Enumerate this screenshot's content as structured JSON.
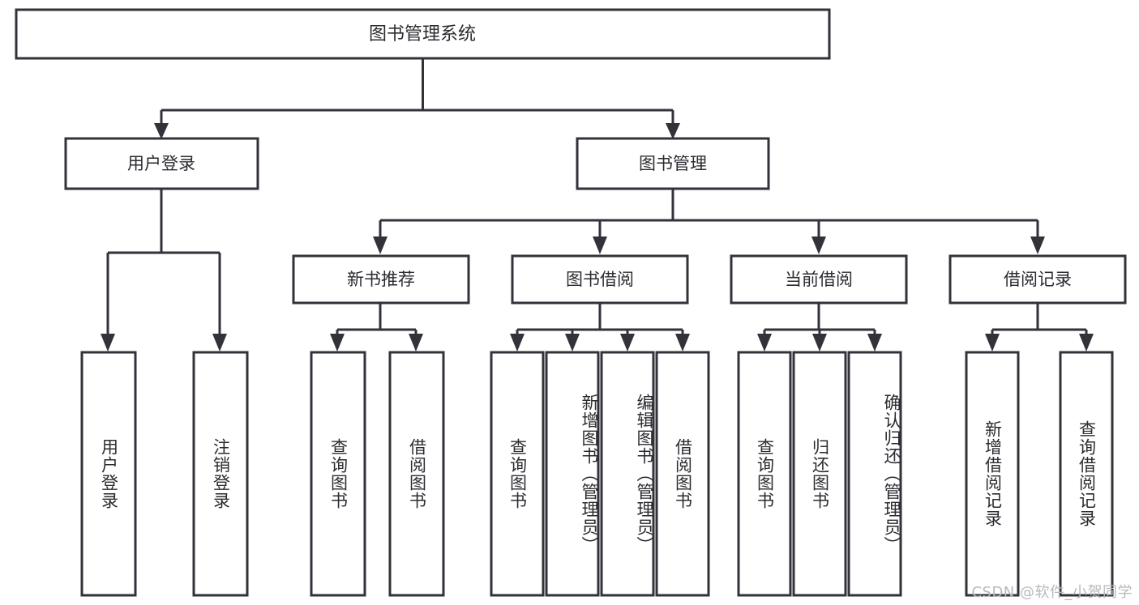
{
  "diagram": {
    "title": "图书管理系统",
    "type": "tree-hierarchy",
    "watermark": "CSDN @软件_小贺同学",
    "colors": {
      "stroke": "#32323a",
      "fill": "#ffffff",
      "text": "#2b2b31",
      "watermark": "#b9b9bd",
      "background": "#ffffff"
    },
    "nodes": {
      "root": {
        "label": "图书管理系统"
      },
      "level2": [
        {
          "id": "user-login",
          "label": "用户登录"
        },
        {
          "id": "book-manage",
          "label": "图书管理"
        }
      ],
      "level3": [
        {
          "id": "new-book-recommend",
          "label": "新书推荐"
        },
        {
          "id": "book-borrow",
          "label": "图书借阅"
        },
        {
          "id": "current-borrow",
          "label": "当前借阅"
        },
        {
          "id": "borrow-record",
          "label": "借阅记录"
        }
      ],
      "leaves": {
        "user-login": [
          {
            "id": "leaf-user-login",
            "label": "用户登录"
          },
          {
            "id": "leaf-logout",
            "label": "注销登录"
          }
        ],
        "new-book-recommend": [
          {
            "id": "leaf-query-book-1",
            "label": "查询图书"
          },
          {
            "id": "leaf-borrow-book-1",
            "label": "借阅图书"
          }
        ],
        "book-borrow": [
          {
            "id": "leaf-query-book-2",
            "label": "查询图书"
          },
          {
            "id": "leaf-add-book",
            "label": "新增图书（管理员）"
          },
          {
            "id": "leaf-edit-book",
            "label": "编辑图书（管理员）"
          },
          {
            "id": "leaf-borrow-book-2",
            "label": "借阅图书"
          }
        ],
        "current-borrow": [
          {
            "id": "leaf-query-book-3",
            "label": "查询图书"
          },
          {
            "id": "leaf-return-book",
            "label": "归还图书"
          },
          {
            "id": "leaf-confirm-return",
            "label": "确认归还（管理员）"
          }
        ],
        "borrow-record": [
          {
            "id": "leaf-add-record",
            "label": "新增借阅记录"
          },
          {
            "id": "leaf-query-record",
            "label": "查询借阅记录"
          }
        ]
      }
    }
  }
}
